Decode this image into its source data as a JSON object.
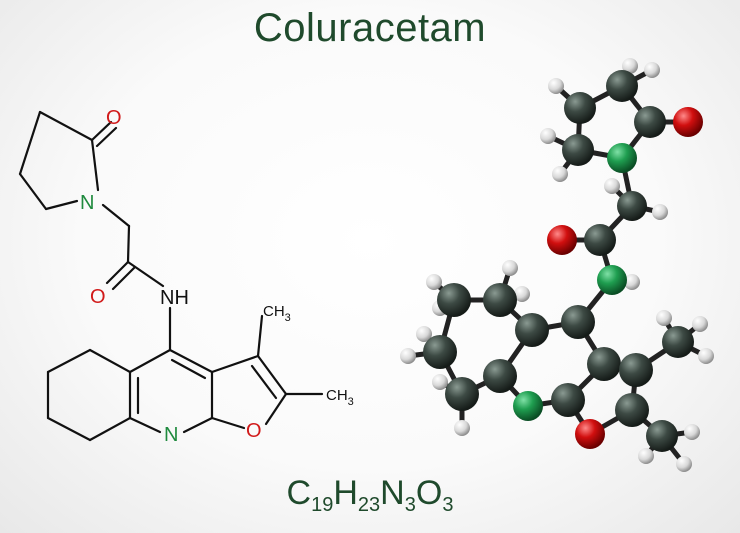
{
  "title": "Coluracetam",
  "formula": {
    "parts": [
      {
        "el": "C",
        "n": "19"
      },
      {
        "el": "H",
        "n": "23"
      },
      {
        "el": "N",
        "n": "3"
      },
      {
        "el": "O",
        "n": "3"
      }
    ]
  },
  "structure_labels": {
    "o_ketone": "O",
    "n_ring": "N",
    "o_amide": "O",
    "nh": "NH",
    "ch3_top": "CH",
    "ch3_top_sub": "3",
    "ch3_right": "CH",
    "ch3_right_sub": "3",
    "n_pyridine": "N",
    "o_furan": "O"
  },
  "colors": {
    "title": "#1f4a2c",
    "bond": "#111111",
    "oxygen": "#d11a1a",
    "nitrogen": "#1f8a3e",
    "carbon_atom": "#3d4a44",
    "hydrogen_atom": "#e6e6e6",
    "nitrogen_atom": "#1f9e50",
    "oxygen_atom": "#d10f0f"
  }
}
